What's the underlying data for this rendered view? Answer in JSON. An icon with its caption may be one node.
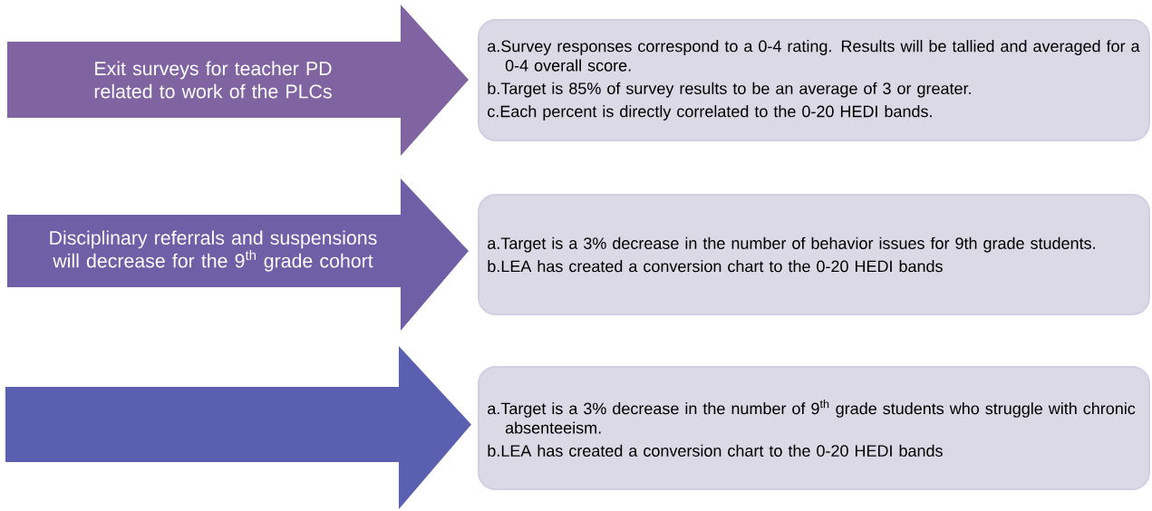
{
  "diagram": {
    "nodes": [
      {
        "text": [
          "Exit surveys for teacher PD related to work of the PLCs"
        ]
      },
      {
        "text": [
          "Disciplinary referrals and suspensions will decrease for the 9$^{th}$ grade cohort"
        ]
      },
      {
        "text": [],
        "shape": "arrow"
      },
      {
        "text": [
          "a.Survey responses correspond to a 0-4 rating. Results will be tallied and averaged for a 0-4 overall score.",
          "b.Target is 85% of survey results to be an average of 3 or greater.",
          "c.Each percent is directly correlated to the 0-20 HEDI bands."
        ]
      },
      {
        "text": [
          "a.Target is a 3% decrease in the number of behavior issues for 9th grade students.",
          "b.LEA has created a conversion chart to the 0-20 HEDI bands"
        ]
      },
      {
        "text": [
          "a.Target is a 3% decrease in the number of 9$^{th}$ grade students who struggle with chronic absenteeism.",
          "b.LEA has created a conversion chart to the 0-20 HEDI bands"
        ]
      }
    ]
  }
}
